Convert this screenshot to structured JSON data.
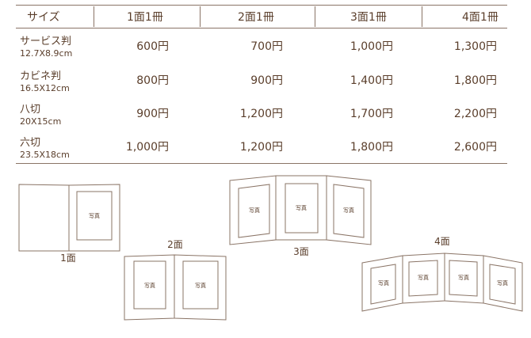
{
  "table": {
    "headers": [
      "サイズ",
      "1面1冊",
      "2面1冊",
      "3面1冊",
      "4面1冊"
    ],
    "rows": [
      {
        "size": "サービス判",
        "dims": "12.7X8.9cm",
        "prices": [
          "600円",
          "700円",
          "1,000円",
          "1,300円"
        ]
      },
      {
        "size": "カビネ判",
        "dims": "16.5X12cm",
        "prices": [
          "800円",
          "900円",
          "1,400円",
          "1,800円"
        ]
      },
      {
        "size": "八切",
        "dims": "20X15cm",
        "prices": [
          "900円",
          "1,200円",
          "1,700円",
          "2,200円"
        ]
      },
      {
        "size": "六切",
        "dims": "23.5X18cm",
        "prices": [
          "1,000円",
          "1,200円",
          "1,800円",
          "2,600円"
        ]
      }
    ]
  },
  "figures": {
    "one": {
      "label": "1面",
      "photo": "写真"
    },
    "two": {
      "label": "2面",
      "photo": "写真"
    },
    "three": {
      "label": "3面",
      "photo": "写真"
    },
    "four": {
      "label": "4面",
      "photo": "写真"
    }
  },
  "colors": {
    "text": "#5a3e2b",
    "line": "#8a7466"
  }
}
